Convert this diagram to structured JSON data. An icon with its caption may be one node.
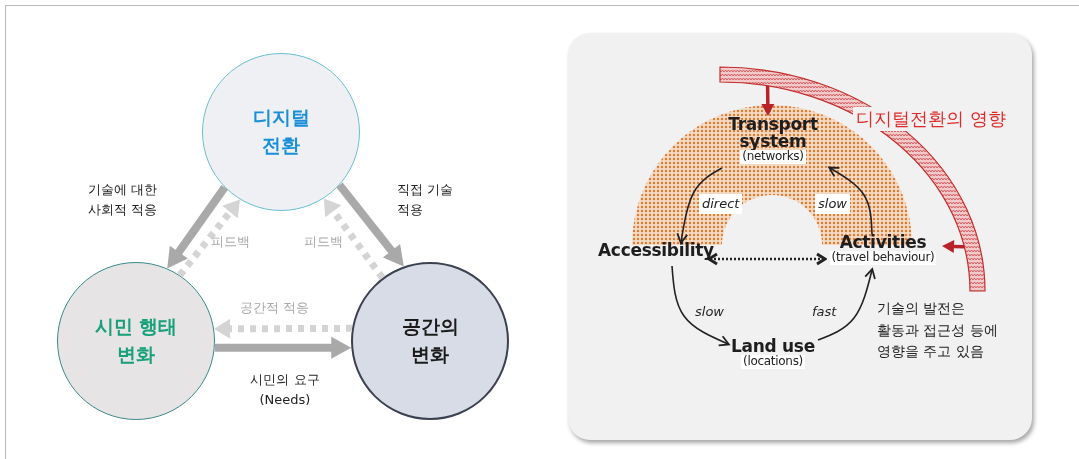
{
  "diagram": {
    "nodes": [
      {
        "text": [
          "디지털 전환"
        ]
      },
      {
        "text": [
          "시민 행태 변화"
        ]
      },
      {
        "text": [
          "공간의 변화"
        ]
      },
      {
        "text": [],
        "shape": "box"
      },
      {
        "text": [],
        "shape": "band",
        "beside": [
          "디지털전환의 영향"
        ],
        "in": 3
      },
      {
        "text": [
          "Transport system",
          "(networks)"
        ],
        "in": 3
      },
      {
        "text": [
          "Accessibility"
        ],
        "in": 3
      },
      {
        "text": [
          "Activities",
          "(travel behaviour)"
        ],
        "in": 3
      },
      {
        "text": [
          "Land use",
          "(locations)"
        ],
        "in": 3
      }
    ],
    "edges": [
      {
        "from": 0,
        "to": 1,
        "arrow": "to",
        "label": "기술에 대한 사회적 적응",
        "style": "thick",
        "color": "#a9a9a9"
      },
      {
        "from": 1,
        "to": 0,
        "arrow": "to",
        "label": "피드백",
        "style": "dashed",
        "color": "#d4d4d4"
      },
      {
        "from": 0,
        "to": 2,
        "arrow": "to",
        "label": "직접 기술 적용",
        "style": "thick",
        "color": "#a9a9a9"
      },
      {
        "from": 2,
        "to": 0,
        "arrow": "to",
        "label": "피드백",
        "style": "dashed",
        "color": "#d4d4d4"
      },
      {
        "from": 2,
        "to": 1,
        "arrow": "to",
        "label": "공간적 적응",
        "style": "dashed",
        "color": "#d4d4d4"
      },
      {
        "from": 1,
        "to": 2,
        "arrow": "to",
        "label": "시민의 요구 (Needs)",
        "style": "thick",
        "color": "#a9a9a9"
      },
      {
        "from": 4,
        "to": 5,
        "arrow": "to",
        "color": "#b8232a"
      },
      {
        "from": 4,
        "to": 7,
        "arrow": "to",
        "color": "#b8232a"
      },
      {
        "from": 5,
        "to": 6,
        "arrow": "to",
        "label": "direct"
      },
      {
        "from": 7,
        "to": 5,
        "arrow": "to",
        "label": "slow"
      },
      {
        "from": 6,
        "to": 8,
        "arrow": "to",
        "label": "slow"
      },
      {
        "from": 8,
        "to": 7,
        "arrow": "to",
        "label": "fast"
      },
      {
        "from": 6,
        "to": 7,
        "arrow": "both",
        "style": "dashed"
      }
    ],
    "labels": [
      "기술의 발전은 활동과 접근성 등에 영향을 주고 있음"
    ]
  }
}
